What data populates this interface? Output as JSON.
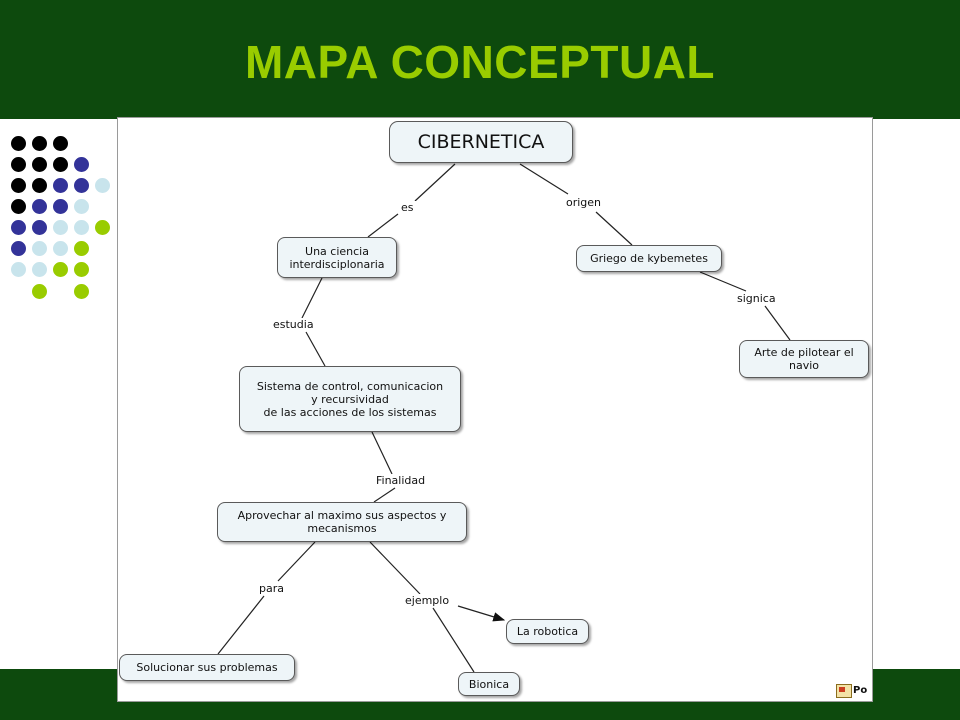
{
  "slide": {
    "title": "MAPA CONCEPTUAL"
  },
  "decoration": {
    "dot_colors": {
      "black": "#000000",
      "navy": "#333399",
      "lightblue": "#c8e4ec",
      "lime": "#99cc00"
    },
    "header_color": "#0d4a0d",
    "title_color": "#99cc00"
  },
  "concept_map": {
    "nodes": {
      "cibernetica": "CIBERNETICA",
      "ciencia": "Una ciencia\ninterdisciplonaria",
      "griego": "Griego de kybemetes",
      "arte": "Arte de pilotear el\nnavio",
      "sistema": "Sistema de control, comunicacion\ny recursividad\nde las acciones de los sistemas",
      "aprovechar": "Aprovechar al maximo sus  aspectos y\nmecanismos",
      "robotica": "La robotica",
      "solucionar": "Solucionar sus problemas",
      "bionica": "Bionica"
    },
    "links": {
      "es": "es",
      "origen": "origen",
      "signica": "signica",
      "estudia": "estudia",
      "finalidad": "Finalidad",
      "para": "para",
      "ejemplo": "ejemplo"
    }
  },
  "footer_badge": {
    "icon": "cmaptools-icon",
    "text": "Po"
  }
}
